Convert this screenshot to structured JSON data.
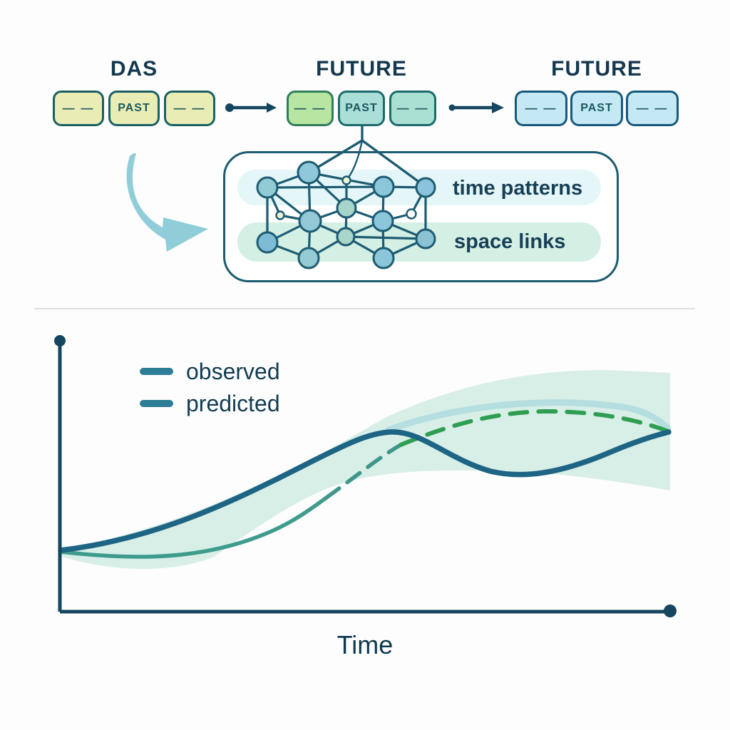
{
  "header_groups": [
    {
      "title": "DAS",
      "boxes": [
        "— —",
        "PAST",
        "— —"
      ]
    },
    {
      "title": "FUTURE",
      "boxes": [
        "— —",
        "PAST",
        "— —"
      ]
    },
    {
      "title": "FUTURE",
      "boxes": [
        "— —",
        "PAST",
        "— —"
      ]
    }
  ],
  "network_panel": {
    "labels": [
      {
        "text": "time patterns"
      },
      {
        "text": "space links"
      }
    ],
    "node_count": 12,
    "small_node_count": 3
  },
  "chart": {
    "legend": [
      "observed",
      "predicted"
    ],
    "xlabel": "Time"
  },
  "chart_data": {
    "type": "line",
    "title": "",
    "xlabel": "Time",
    "ylabel": "",
    "grid": false,
    "legend": [
      "observed",
      "predicted"
    ],
    "legend_position": "upper-left",
    "axes_note": "no tick labels shown; x and y normalized 0-1 from axis origin",
    "series": [
      {
        "name": "observed",
        "style": "solid",
        "color": "#1e6484",
        "x": [
          0,
          0.14,
          0.25,
          0.37,
          0.45,
          0.54,
          0.63,
          0.72,
          0.77,
          0.85,
          0.93,
          1.0
        ],
        "y": [
          0.23,
          0.27,
          0.36,
          0.49,
          0.59,
          0.66,
          0.58,
          0.52,
          0.51,
          0.54,
          0.61,
          0.66
        ]
      },
      {
        "name": "predicted",
        "style": "solid until x≈0.43 then dashed (teal fading to green)",
        "color_solid": "#3f9c8d",
        "color_dashed": "#2f9e50",
        "x": [
          0,
          0.13,
          0.25,
          0.35,
          0.43,
          0.53,
          0.63,
          0.72,
          0.81,
          0.91,
          1.0
        ],
        "y": [
          0.22,
          0.2,
          0.21,
          0.28,
          0.42,
          0.57,
          0.69,
          0.73,
          0.74,
          0.72,
          0.66
        ]
      }
    ],
    "uncertainty_band": {
      "around": "predicted",
      "color": "#cdeae2",
      "x": [
        0,
        0.25,
        0.53,
        0.72,
        0.89,
        1.0
      ],
      "upper": [
        0.24,
        0.38,
        0.72,
        0.88,
        0.89,
        0.88
      ],
      "lower": [
        0.21,
        0.2,
        0.47,
        0.52,
        0.49,
        0.45
      ]
    }
  },
  "colors": {
    "accent_dark": "#14465f",
    "title_text": "#14384e",
    "box_yellow_fill": "#e9edb5",
    "box_yellow_border": "#1a6064",
    "box_green_fill": "#b9e5a3",
    "box_green_border": "#2f7d5b",
    "box_teal_fill": "#a9dfd6",
    "box_teal_border": "#1b6b6e",
    "box_blue_fill": "#c4e9f4",
    "box_blue_border": "#17597c",
    "panel_border": "#1b5b70",
    "band_time_patterns": "#e4f6f8",
    "band_space_links": "#d4efe4",
    "network_node_fill": "#8ec8da",
    "network_edge": "#1d5c72",
    "curved_arrow": "#8fcdd9",
    "observed_line": "#1e6484",
    "predicted_solid": "#3f9c8d",
    "predicted_dashed_green": "#2f9e50",
    "uncertainty_band": "#cdeae2",
    "axis": "#15455f",
    "divider": "#dedede"
  }
}
